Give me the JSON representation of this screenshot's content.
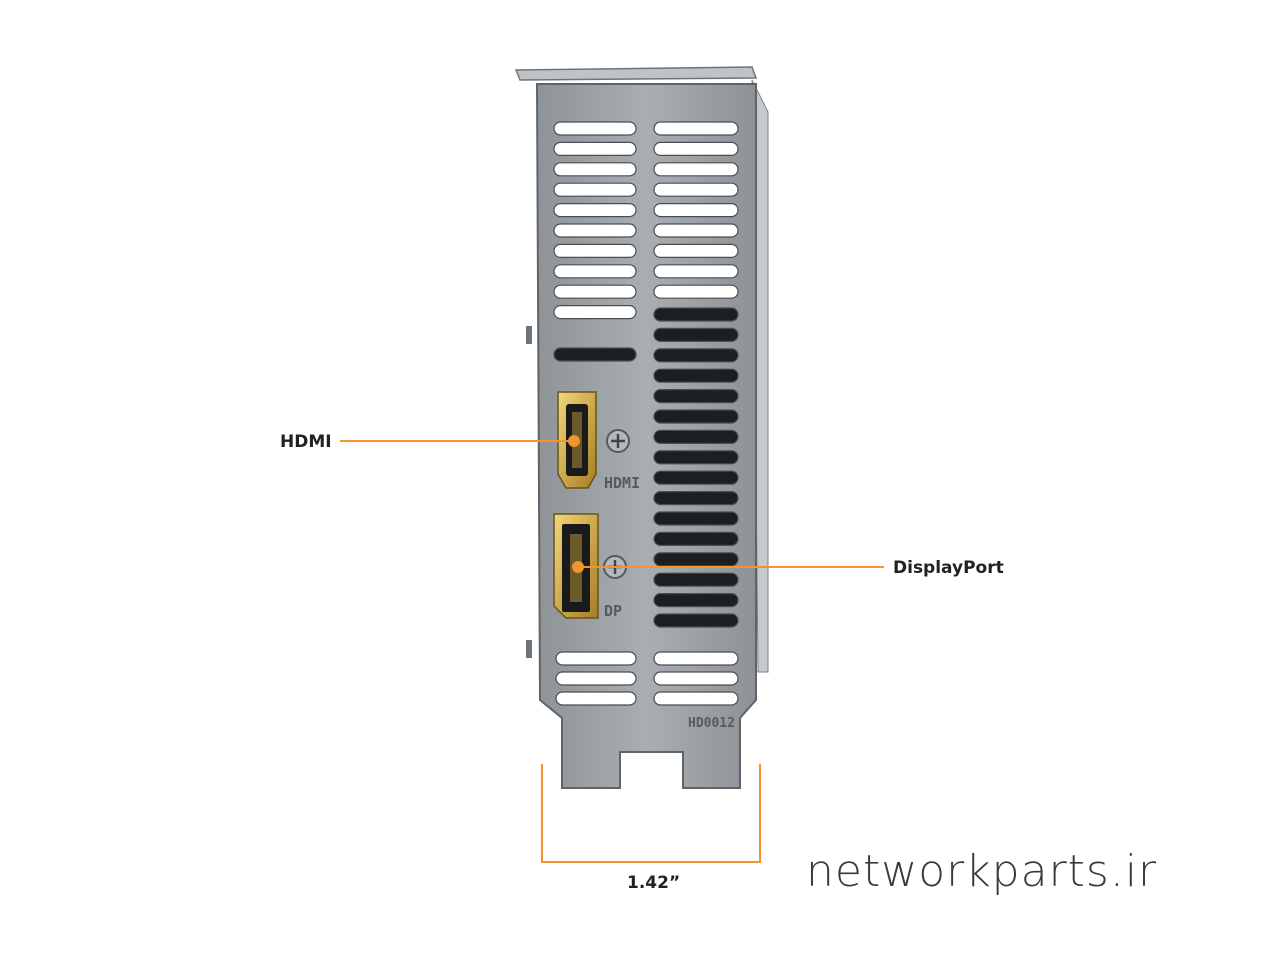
{
  "callouts": {
    "hdmi": "HDMI",
    "displayport": "DisplayPort",
    "width": "1.42”"
  },
  "bracket_markings": {
    "hdmi": "HDMI",
    "dp": "DP",
    "code": "HD0012"
  },
  "watermark": "networkparts.ir",
  "colors": {
    "accent": "#f0962a",
    "bracket": "#9ea3a8",
    "port_gold": "#c9a13a"
  }
}
